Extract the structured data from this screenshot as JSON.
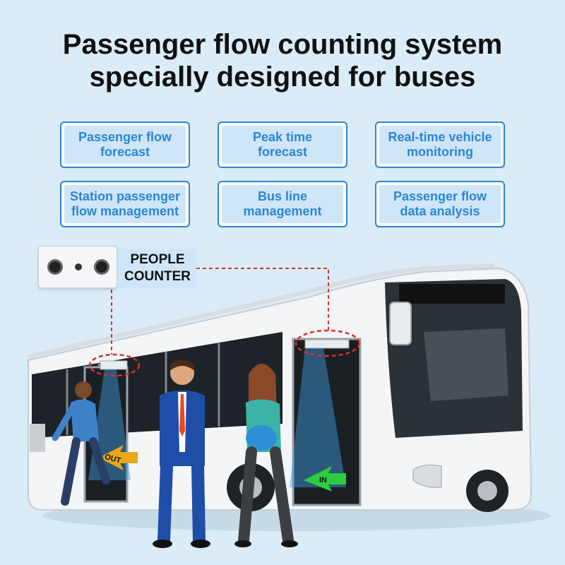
{
  "title": {
    "line1": "Passenger flow counting system",
    "line2": "specially designed for buses"
  },
  "features": [
    "Passenger flow\nforecast",
    "Peak time\nforecast",
    "Real-time vehicle\nmonitoring",
    "Station passenger\nflow management",
    "Bus line\nmanagement",
    "Passenger flow\ndata analysis"
  ],
  "counter": {
    "label_line1": "PEOPLE",
    "label_line2": "COUNTER"
  },
  "door_labels": {
    "out": "OUT",
    "in": "IN"
  },
  "colors": {
    "background": "#d9ecf8",
    "accent": "#2a86d6",
    "marker": "#d9332c",
    "in_arrow": "#2ecc40",
    "out_arrow": "#e6a817"
  }
}
